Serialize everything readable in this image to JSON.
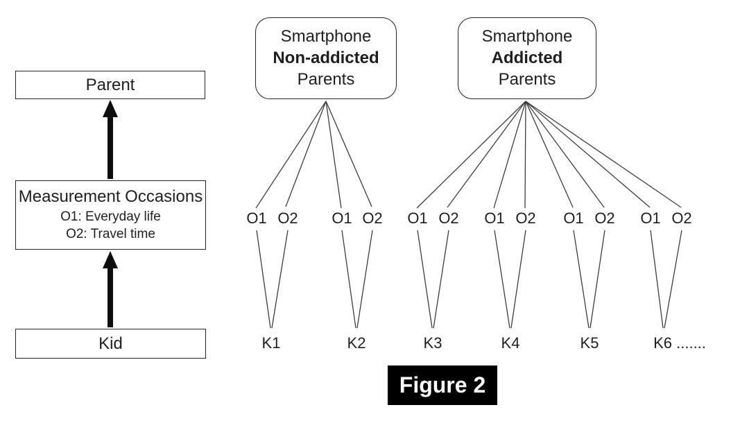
{
  "diagram": {
    "left_panel": {
      "parent_label": "Parent",
      "measurement_title": "Measurement Occasions",
      "measurement_sub1": "O1: Everyday life",
      "measurement_sub2": "O2: Travel time",
      "kid_label": "Kid"
    },
    "groups": {
      "non_addicted": {
        "line1": "Smartphone",
        "line2": "Non-addicted",
        "line3": "Parents"
      },
      "addicted": {
        "line1": "Smartphone",
        "line2": "Addicted",
        "line3": "Parents"
      }
    },
    "occasions": [
      "O1",
      "O2",
      "O1",
      "O2",
      "O1",
      "O2",
      "O1",
      "O2",
      "O1",
      "O2",
      "O1",
      "O2"
    ],
    "kids": [
      "K1",
      "K2",
      "K3",
      "K4",
      "K5",
      "K6 ......."
    ],
    "caption": "Figure 2"
  }
}
